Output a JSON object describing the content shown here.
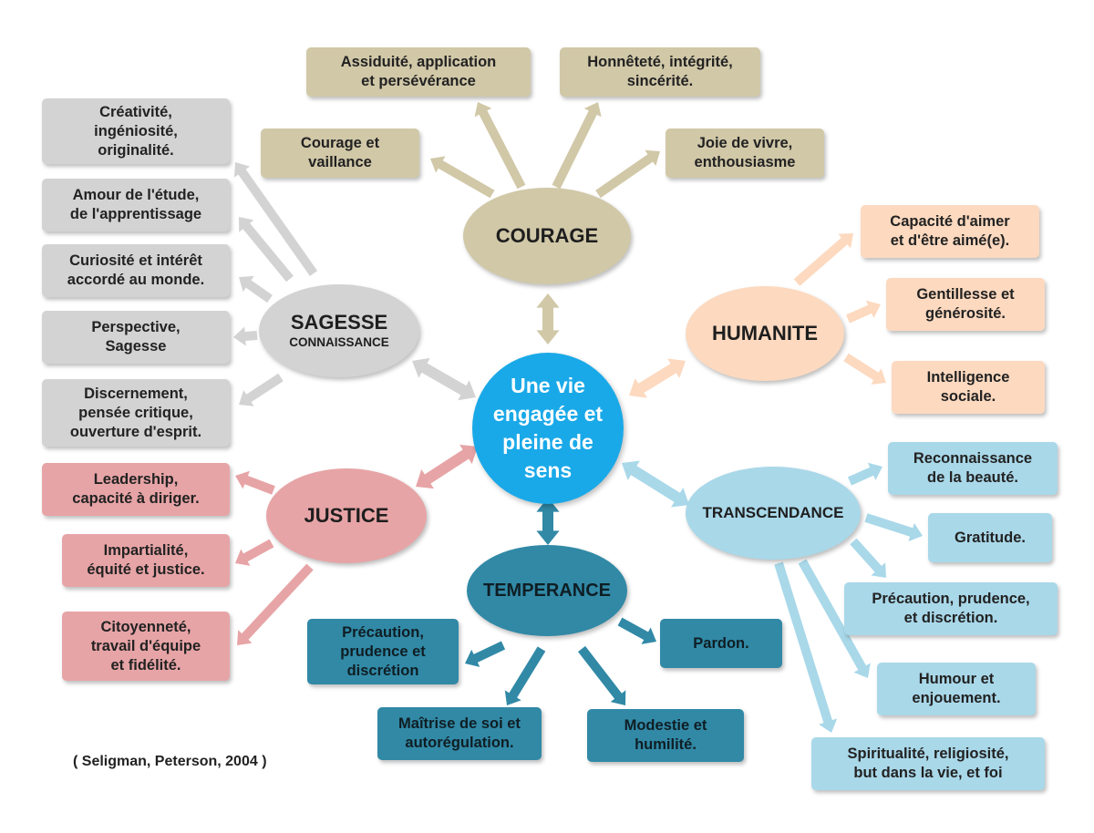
{
  "center": "Une vie\nengagée et\npleine de\nsens",
  "colors": {
    "sagesse": "#d3d3d3",
    "courage": "#d1c8a8",
    "humanite": "#fcd9bf",
    "justice": "#e7a4a6",
    "temperance": "#3189a6",
    "transcendance": "#a9d8e9",
    "center": "#1aa9e8"
  },
  "virtues": {
    "courage": {
      "name": "COURAGE",
      "strengths": [
        "Courage et\nvaillance",
        "Assiduité, application\net persévérance",
        "Honnêteté, intégrité,\nsincérité.",
        "Joie de vivre,\nenthousiasme"
      ]
    },
    "sagesse": {
      "name": "SAGESSE",
      "subname": "CONNAISSANCE",
      "strengths": [
        "Créativité,\ningéniosité,\noriginalité.",
        "Amour de l'étude,\nde l'apprentissage",
        "Curiosité et intérêt\naccordé au monde.",
        "Perspective,\nSagesse",
        "Discernement,\npensée critique,\nouverture d'esprit."
      ]
    },
    "humanite": {
      "name": "HUMANITE",
      "strengths": [
        "Capacité d'aimer\net d'être aimé(e).",
        "Gentillesse et\ngénérosité.",
        "Intelligence\nsociale."
      ]
    },
    "justice": {
      "name": "JUSTICE",
      "strengths": [
        "Leadership,\ncapacité à diriger.",
        "Impartialité,\néquité et justice.",
        "Citoyenneté,\ntravail d'équipe\net fidélité."
      ]
    },
    "temperance": {
      "name": "TEMPERANCE",
      "strengths": [
        "Précaution,\nprudence et\ndiscrétion",
        "Maîtrise de soi et\nautorégulation.",
        "Modestie et\nhumilité.",
        "Pardon."
      ]
    },
    "transcendance": {
      "name": "TRANSCENDANCE",
      "strengths": [
        "Reconnaissance\nde la beauté.",
        "Gratitude.",
        "Précaution, prudence,\net discrétion.",
        "Humour et\nenjouement.",
        "Spiritualité, religiosité,\nbut dans la vie, et foi"
      ]
    }
  },
  "citation": "( Seligman, Peterson, 2004 )"
}
